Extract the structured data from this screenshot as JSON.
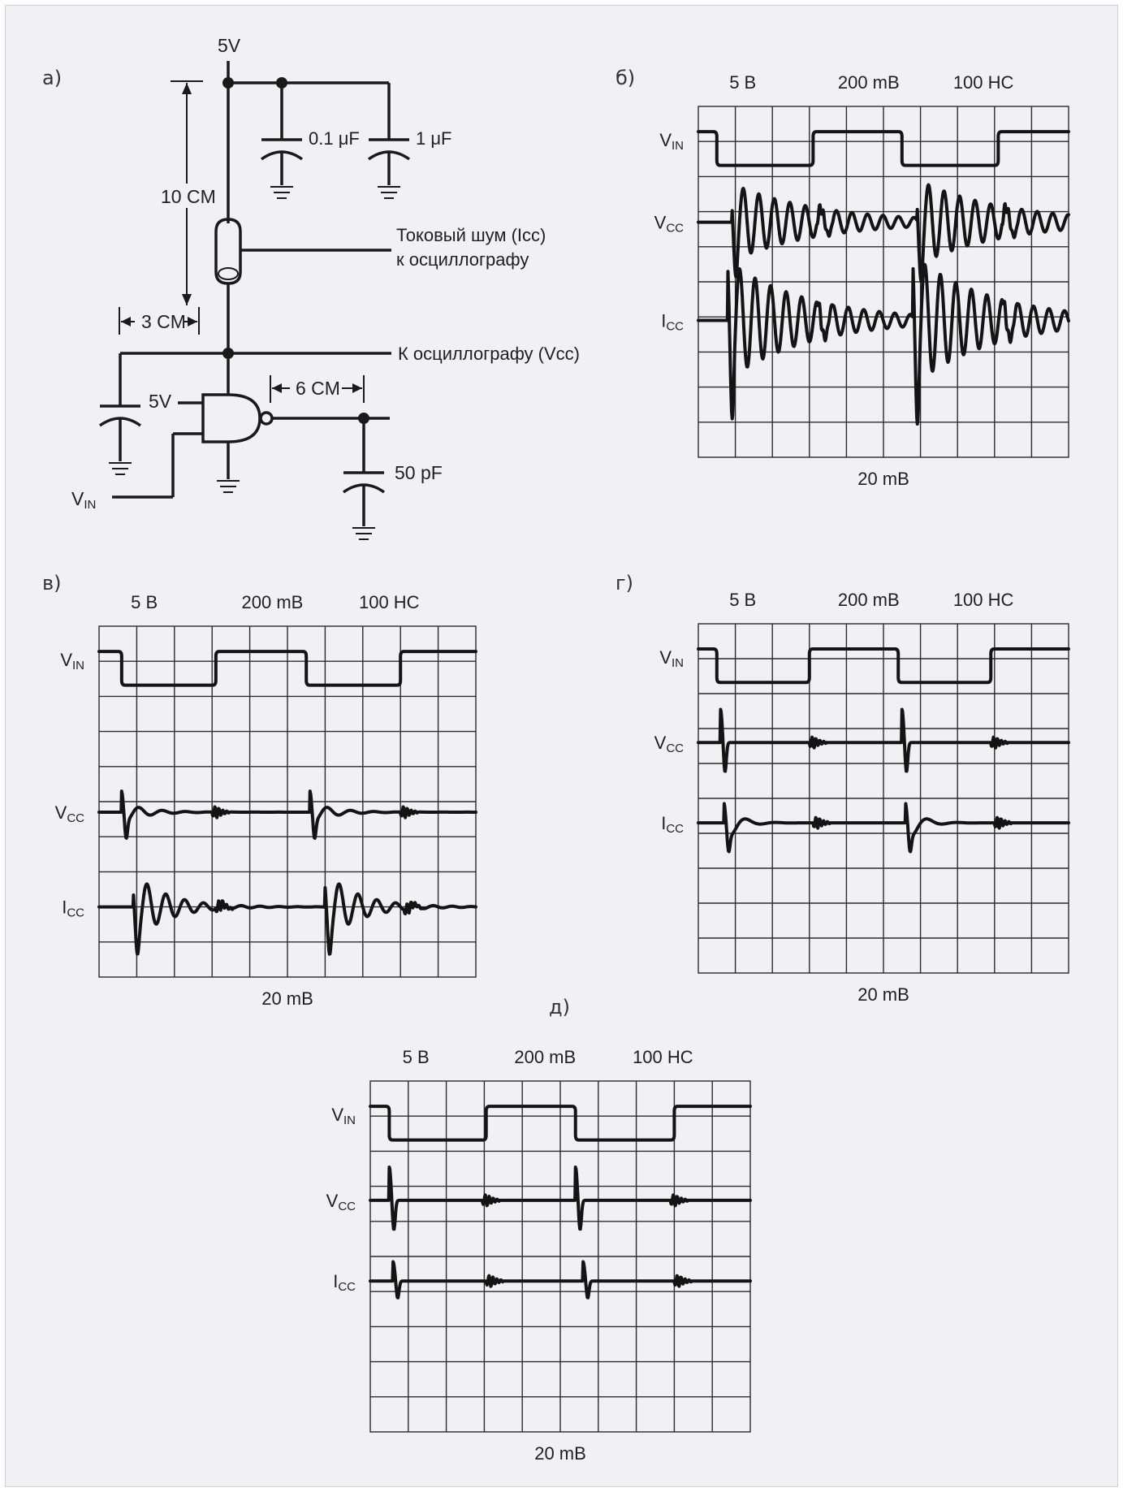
{
  "colors": {
    "background": "#f1f1f5",
    "ink": "#1a1a1a"
  },
  "schematic": {
    "panel_letter": "а)",
    "supply_top": "5V",
    "cap1": "0.1 μF",
    "cap2": "1 μF",
    "dist_vertical": "10 CM",
    "current_noise_line1": "Токовый шум (Icc)",
    "current_noise_line2": "к осциллографу",
    "dist_3cm": "3 CM",
    "to_scope_vcc": "К осциллографу (Vcc)",
    "gate_supply": "5V",
    "dist_6cm": "6 CM",
    "load_cap": "50 pF",
    "vin_main": "V",
    "vin_sub": "IN"
  },
  "scopes": [
    {
      "id": "b",
      "letter": "б)",
      "header": [
        "5 B",
        "200 mB",
        "100 HC"
      ],
      "footer": "20 mB",
      "labels": {
        "vin_main": "V",
        "vin_sub": "IN",
        "vcc_main": "V",
        "vcc_sub": "CC",
        "icc_main": "I",
        "icc_sub": "CC"
      },
      "vin_levels": [
        0.32,
        1.28
      ],
      "vin_transitions": [
        0.5,
        3.1,
        5.5,
        8.1
      ],
      "vcc": {
        "center": 3.3,
        "spikes": [
          0.9,
          5.9
        ],
        "small": [
          3.3,
          8.3
        ],
        "amp": 1.1,
        "decay": 0.55,
        "freq": 3.1
      },
      "icc": {
        "center": 6.1,
        "spikes": [
          0.8,
          5.8
        ],
        "small": [
          3.3,
          8.3
        ],
        "amp": 1.7,
        "decay": 0.5,
        "freq": 3.1
      }
    },
    {
      "id": "v",
      "letter": "в)",
      "header": [
        "5 B",
        "200 mB",
        "100 HC"
      ],
      "footer": "20 mB",
      "labels": {
        "vin_main": "V",
        "vin_sub": "IN",
        "vcc_main": "V",
        "vcc_sub": "CC",
        "icc_main": "I",
        "icc_sub": "CC"
      },
      "vin_levels": [
        0.32,
        1.28
      ],
      "vin_transitions": [
        0.6,
        3.1,
        5.5,
        8.0
      ],
      "vcc": {
        "center": 5.3,
        "spikes": [
          0.6,
          5.6
        ],
        "small": [
          3.1,
          8.1
        ],
        "amp": 0.28,
        "decay": 0.12,
        "freq": 2.1
      },
      "icc": {
        "center": 8.0,
        "spikes": [
          0.9,
          6.0
        ],
        "small": [
          3.2,
          8.2
        ],
        "amp": 1.0,
        "decay": 0.18,
        "freq": 2.6
      }
    },
    {
      "id": "g",
      "letter": "г)",
      "header": [
        "5 B",
        "200 mB",
        "100 HC"
      ],
      "footer": "20 mB",
      "labels": {
        "vin_main": "V",
        "vin_sub": "IN",
        "vcc_main": "V",
        "vcc_sub": "CC",
        "icc_main": "I",
        "icc_sub": "CC"
      },
      "vin_levels": [
        0.32,
        1.28
      ],
      "vin_transitions": [
        0.5,
        3.0,
        5.4,
        7.9
      ],
      "vcc": {
        "center": 3.4,
        "spikes": [
          0.6,
          5.5
        ],
        "small": [
          3.1,
          8.0
        ],
        "amp": 0.0,
        "decay": 1.0,
        "freq": 2.0
      },
      "icc": {
        "center": 5.7,
        "spikes": [
          0.7,
          5.6
        ],
        "small": [
          3.2,
          8.1
        ],
        "amp": 0.6,
        "decay": 0.05,
        "freq": 1.6
      }
    },
    {
      "id": "d",
      "letter": "д)",
      "header": [
        "5 B",
        "200 mB",
        "100 HC"
      ],
      "footer": "20 mB",
      "labels": {
        "vin_main": "V",
        "vin_sub": "IN",
        "vcc_main": "V",
        "vcc_sub": "CC",
        "icc_main": "I",
        "icc_sub": "CC"
      },
      "vin_levels": [
        0.32,
        1.28
      ],
      "vin_transitions": [
        0.5,
        3.05,
        5.4,
        8.0
      ],
      "vcc": {
        "center": 3.4,
        "spikes": [
          0.5,
          5.4
        ],
        "small": [
          3.05,
          8.0
        ],
        "amp": 0.0,
        "decay": 1.0,
        "freq": 2.0
      },
      "icc": {
        "center": 5.7,
        "spikes": [
          0.6,
          5.6
        ],
        "small": [
          3.15,
          8.1
        ],
        "amp": 0.0,
        "decay": 1.0,
        "freq": 2.0
      }
    }
  ]
}
